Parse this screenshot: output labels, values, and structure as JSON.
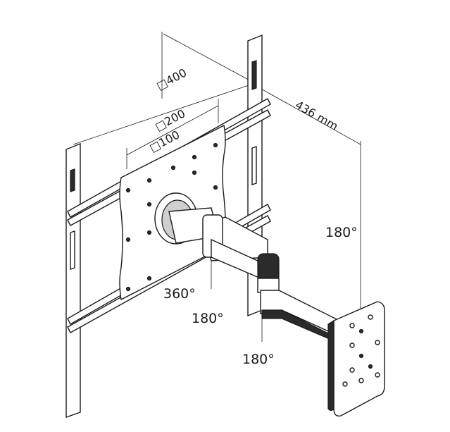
{
  "labels": {
    "vesa_400": "□400",
    "vesa_200": "□200",
    "vesa_100": "□100",
    "arm_length": "436 mm",
    "rotation_360": "360°",
    "swivel_top_right": "180°",
    "swivel_center": "180°",
    "swivel_bottom": "180°"
  },
  "colors": {
    "line": "#1a1a1a",
    "fill_dark": "#2b2b2b",
    "fill_grey": "#cfcfcf",
    "background": "#ffffff"
  }
}
